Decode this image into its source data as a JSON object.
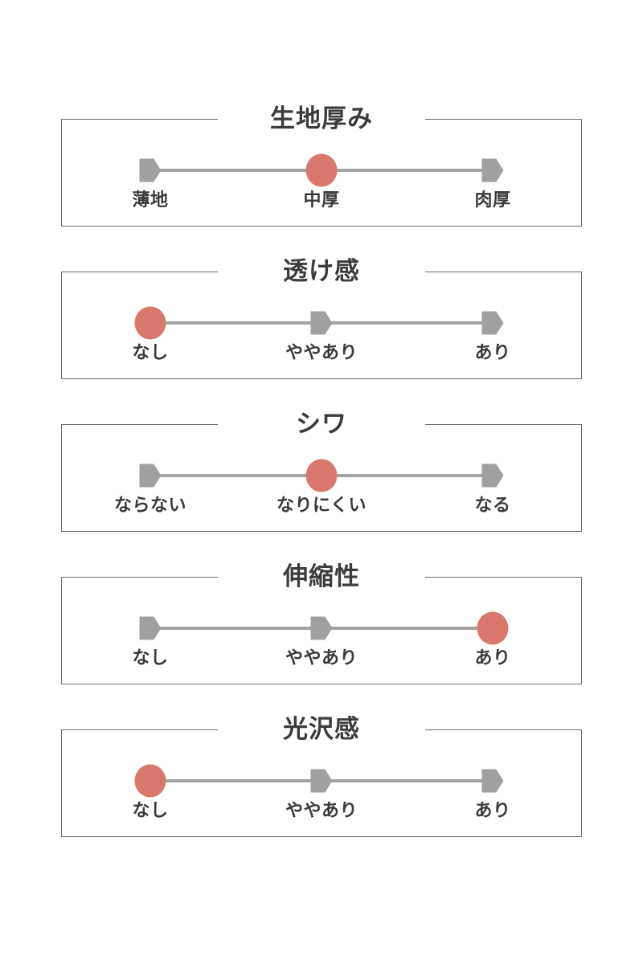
{
  "chart_data": {
    "type": "bar",
    "title": "",
    "xlabel": "",
    "ylabel": "",
    "scale_positions": 3,
    "active_color": "#d9796e",
    "inactive_color": "#a0a0a0",
    "track_color": "#a3a3a3",
    "categories": [
      "生地厚み",
      "透け感",
      "シワ",
      "伸縮性",
      "光沢感"
    ],
    "values": [
      2,
      1,
      2,
      3,
      1
    ],
    "series": [
      {
        "name": "生地厚み",
        "levels": [
          "薄地",
          "中厚",
          "肉厚"
        ],
        "selected_index": 1,
        "selected_label": "中厚",
        "value": 2
      },
      {
        "name": "透け感",
        "levels": [
          "なし",
          "ややあり",
          "あり"
        ],
        "selected_index": 0,
        "selected_label": "なし",
        "value": 1
      },
      {
        "name": "シワ",
        "levels": [
          "ならない",
          "なりにくい",
          "なる"
        ],
        "selected_index": 1,
        "selected_label": "なりにくい",
        "value": 2
      },
      {
        "name": "伸縮性",
        "levels": [
          "なし",
          "ややあり",
          "あり"
        ],
        "selected_index": 2,
        "selected_label": "あり",
        "value": 3
      },
      {
        "name": "光沢感",
        "levels": [
          "なし",
          "ややあり",
          "あり"
        ],
        "selected_index": 0,
        "selected_label": "なし",
        "value": 1
      }
    ]
  },
  "panels": [
    {
      "title": "生地厚み",
      "selected_index": 1,
      "stops": [
        {
          "label": "薄地",
          "active": false
        },
        {
          "label": "中厚",
          "active": true
        },
        {
          "label": "肉厚",
          "active": false
        }
      ]
    },
    {
      "title": "透け感",
      "selected_index": 0,
      "stops": [
        {
          "label": "なし",
          "active": true
        },
        {
          "label": "ややあり",
          "active": false
        },
        {
          "label": "あり",
          "active": false
        }
      ]
    },
    {
      "title": "シワ",
      "selected_index": 1,
      "stops": [
        {
          "label": "ならない",
          "active": false
        },
        {
          "label": "なりにくい",
          "active": true
        },
        {
          "label": "なる",
          "active": false
        }
      ]
    },
    {
      "title": "伸縮性",
      "selected_index": 2,
      "stops": [
        {
          "label": "なし",
          "active": false
        },
        {
          "label": "ややあり",
          "active": false
        },
        {
          "label": "あり",
          "active": true
        }
      ]
    },
    {
      "title": "光沢感",
      "selected_index": 0,
      "stops": [
        {
          "label": "なし",
          "active": true
        },
        {
          "label": "ややあり",
          "active": false
        },
        {
          "label": "あり",
          "active": false
        }
      ]
    }
  ]
}
